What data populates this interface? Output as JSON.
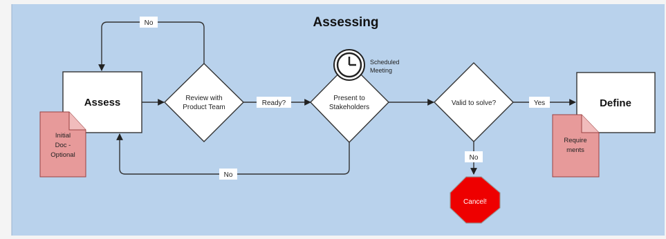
{
  "diagram": {
    "title": "Assessing",
    "colors": {
      "background": "#b9d2ec",
      "page": "#f4f4f4",
      "box_fill": "#ffffff",
      "stroke": "#333333",
      "doc_fill": "#e79a9a",
      "doc_stroke": "#9a4040",
      "stop_fill": "#ee0000",
      "stop_text": "#ffffff"
    },
    "nodes": {
      "assess": "Assess",
      "review": [
        "Review with",
        "Product Team"
      ],
      "present": [
        "Present to",
        "Stakeholders"
      ],
      "valid": "Valid to solve?",
      "define": "Define",
      "cancel": "Cancel!",
      "scheduled": [
        "Scheduled",
        "Meeting"
      ],
      "initial_doc": [
        "Initial",
        "Doc -",
        "Optional"
      ],
      "requirements_doc": [
        "Require",
        "ments"
      ]
    },
    "edge_labels": {
      "no_top": "No",
      "ready": "Ready?",
      "no_bottom": "No",
      "yes": "Yes",
      "no_cancel": "No"
    },
    "icons": {
      "clock": "clock-icon"
    }
  }
}
